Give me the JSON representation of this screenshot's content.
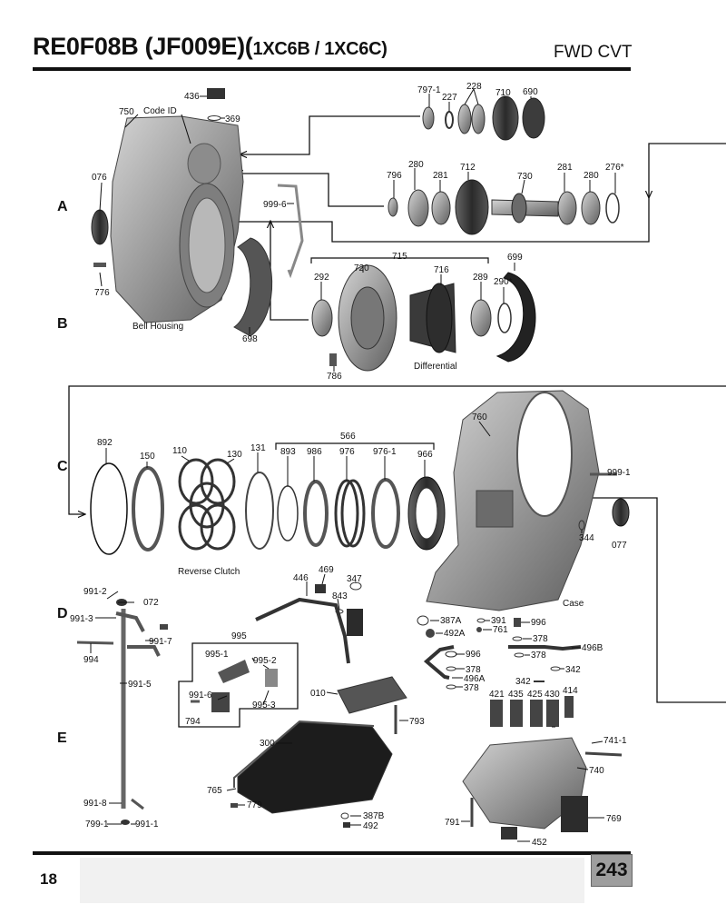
{
  "header": {
    "title_main": "RE0F08B (JF009E)(",
    "title_models": "1XC6B / 1XC6C)",
    "subtitle": "FWD CVT"
  },
  "sections": [
    "A",
    "B",
    "C",
    "D",
    "E"
  ],
  "captions": {
    "bell_housing": "Bell Housing",
    "code_id": "Code ID",
    "differential": "Differential",
    "reverse_clutch": "Reverse Clutch",
    "case": "Case"
  },
  "part_numbers": {
    "p436": "436",
    "p369": "369",
    "p750": "750",
    "p076": "076",
    "p776": "776",
    "p698": "698",
    "p9996": "999-6",
    "p7971": "797-1",
    "p227": "227",
    "p228": "228",
    "p710": "710",
    "p690": "690",
    "p796": "796",
    "p280a": "280",
    "p281a": "281",
    "p712": "712",
    "p730": "730",
    "p281b": "281",
    "p280b": "280",
    "p276": "276*",
    "p715": "715",
    "p699": "699",
    "p292": "292",
    "p720": "720",
    "p716": "716",
    "p289": "289",
    "p290": "290*",
    "p786": "786",
    "p892": "892",
    "p150": "150",
    "p110": "110",
    "p130": "130",
    "p131": "131",
    "p566": "566",
    "p893": "893",
    "p986": "986",
    "p976": "976",
    "p9761": "976-1",
    "p966": "966",
    "p760": "760",
    "p9991": "999-1",
    "p344": "344",
    "p077": "077",
    "p9912": "991-2",
    "p072": "072",
    "p9913": "991-3",
    "p9917": "991-7",
    "p994": "994",
    "p9915": "991-5",
    "p9918": "991-8",
    "p7991": "799-1",
    "p9911": "991-1",
    "p446": "446",
    "p469": "469",
    "p347": "347",
    "p843": "843",
    "p995": "995",
    "p9951": "995-1",
    "p9952": "995-2",
    "p9916": "991-6",
    "p9953": "995-3",
    "p794": "794",
    "p010": "010",
    "p793": "793",
    "p300": "300",
    "p765": "765",
    "p779": "779",
    "p387B": "387B",
    "p492": "492",
    "p387A": "387A",
    "p391": "391",
    "p492A": "492A",
    "p761": "761",
    "p996a": "996",
    "p378a": "378",
    "p496B": "496B",
    "p378b": "378",
    "p996b": "996",
    "p378c": "378",
    "p342a": "342",
    "p496A": "496A",
    "p378d": "378",
    "p342b": "342",
    "p421": "421",
    "p435": "435",
    "p425": "425",
    "p430": "430",
    "p414": "414",
    "p7411": "741-1",
    "p740": "740",
    "p791": "791",
    "p769": "769",
    "p452": "452"
  },
  "footer": {
    "page_number": "18",
    "page_badge": "243"
  }
}
